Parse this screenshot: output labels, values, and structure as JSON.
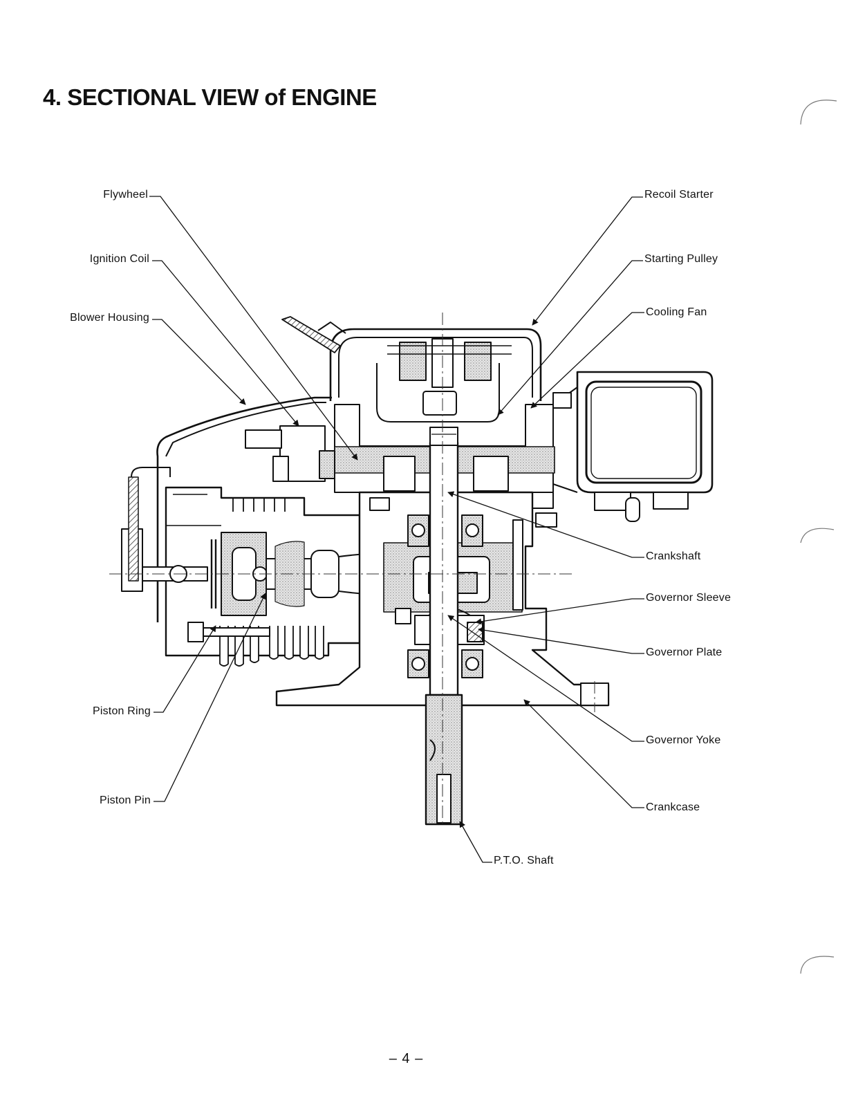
{
  "document": {
    "title": "4. SECTIONAL VIEW of ENGINE",
    "page_number": "– 4 –"
  },
  "labels": {
    "flywheel": "Flywheel",
    "ignition_coil": "Ignition Coil",
    "blower_housing": "Blower Housing",
    "piston_ring": "Piston Ring",
    "piston_pin": "Piston Pin",
    "recoil_starter": "Recoil Starter",
    "starting_pulley": "Starting Pulley",
    "cooling_fan": "Cooling Fan",
    "crankshaft": "Crankshaft",
    "governor_sleeve": "Governor Sleeve",
    "governor_plate": "Governor Plate",
    "governor_yoke": "Governor Yoke",
    "crankcase": "Crankcase",
    "pto_shaft": "P.T.O. Shaft"
  }
}
